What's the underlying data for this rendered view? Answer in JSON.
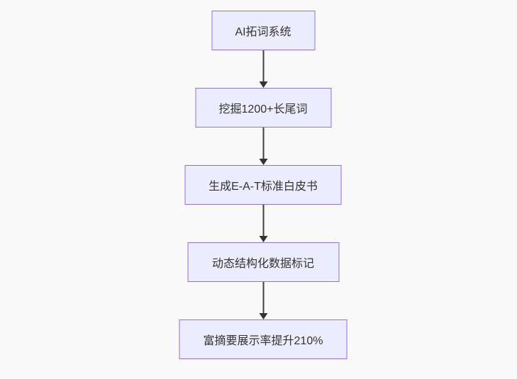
{
  "diagram": {
    "type": "flowchart",
    "direction": "top-down",
    "nodes": [
      "AI拓词系统",
      "挖掘1200+长尾词",
      "生成E-A-T标准白皮书",
      "动态结构化数据标记",
      "富摘要展示率提升210%"
    ],
    "edges": [
      {
        "from": "AI拓词系统",
        "to": "挖掘1200+长尾词"
      },
      {
        "from": "挖掘1200+长尾词",
        "to": "生成E-A-T标准白皮书"
      },
      {
        "from": "生成E-A-T标准白皮书",
        "to": "动态结构化数据标记"
      },
      {
        "from": "动态结构化数据标记",
        "to": "富摘要展示率提升210%"
      }
    ],
    "colors": {
      "background": "#f9f9f9",
      "node_fill": "#ECECFF",
      "node_border": "#9370DB",
      "arrow": "#333333",
      "text": "#333333"
    }
  }
}
